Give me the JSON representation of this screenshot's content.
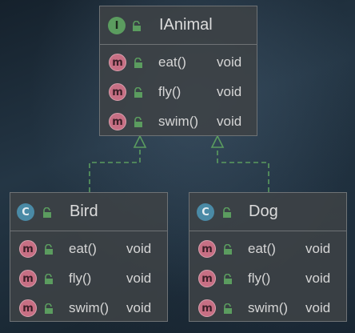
{
  "colors": {
    "connector": "#5b9c5f",
    "interface_badge": "#5b9c5f",
    "class_badge": "#4a8aa6",
    "method_badge": "#c76f84"
  },
  "interface_box": {
    "badge_letter": "I",
    "name": "IAnimal",
    "members": [
      {
        "name": "eat()",
        "type": "void"
      },
      {
        "name": "fly()",
        "type": "void"
      },
      {
        "name": "swim()",
        "type": "void"
      }
    ]
  },
  "classes": [
    {
      "badge_letter": "C",
      "name": "Bird",
      "members": [
        {
          "name": "eat()",
          "type": "void"
        },
        {
          "name": "fly()",
          "type": "void"
        },
        {
          "name": "swim()",
          "type": "void"
        }
      ]
    },
    {
      "badge_letter": "C",
      "name": "Dog",
      "members": [
        {
          "name": "eat()",
          "type": "void"
        },
        {
          "name": "fly()",
          "type": "void"
        },
        {
          "name": "swim()",
          "type": "void"
        }
      ]
    }
  ],
  "method_badge_letter": "m"
}
